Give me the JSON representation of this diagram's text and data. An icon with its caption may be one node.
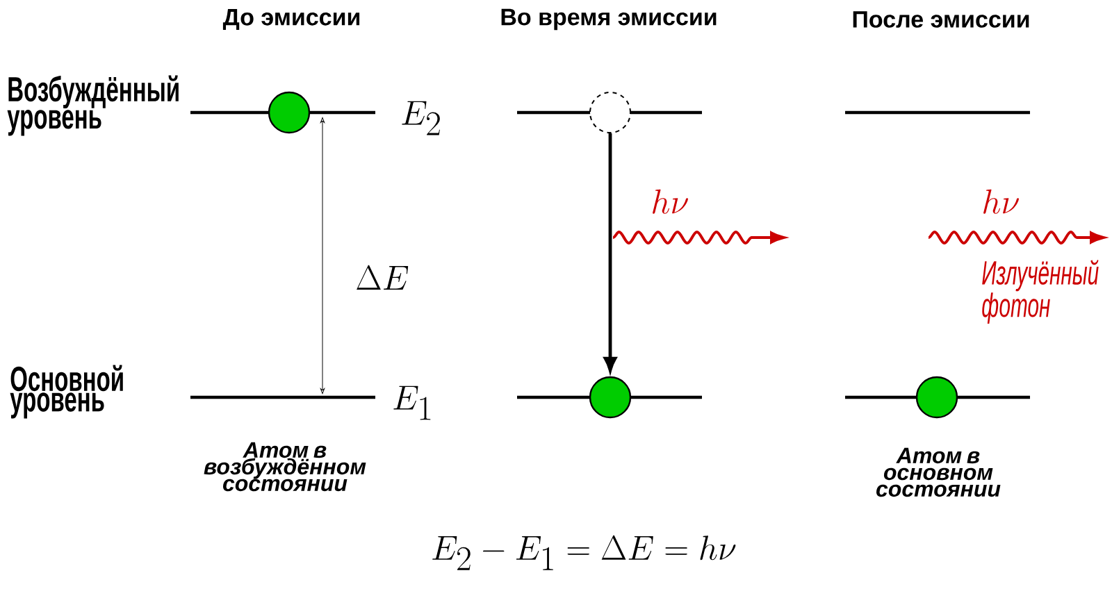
{
  "diagram": {
    "nodes": [
      {
        "text": [],
        "shape": "circle"
      },
      {
        "text": [],
        "shape": "circle"
      },
      {
        "text": [],
        "shape": "circle"
      },
      {
        "text": [],
        "shape": "circle"
      }
    ],
    "edges": [
      {
        "from": 1,
        "to": 2,
        "arrow": "to"
      }
    ],
    "labels": [
      "До эмиссии",
      "Во время эмиссии",
      "После эмиссии",
      "Возбуждённый уровень",
      "E_2",
      "\\Delta E",
      "h\\nu",
      "h\\nu",
      "Излучённый фотон",
      "Основной уровень",
      "E_1",
      "Атом в возбуждённом состоянии",
      "Атом в основном состоянии",
      "E_2 - E_1 = \\Delta E = h\\nu"
    ]
  }
}
